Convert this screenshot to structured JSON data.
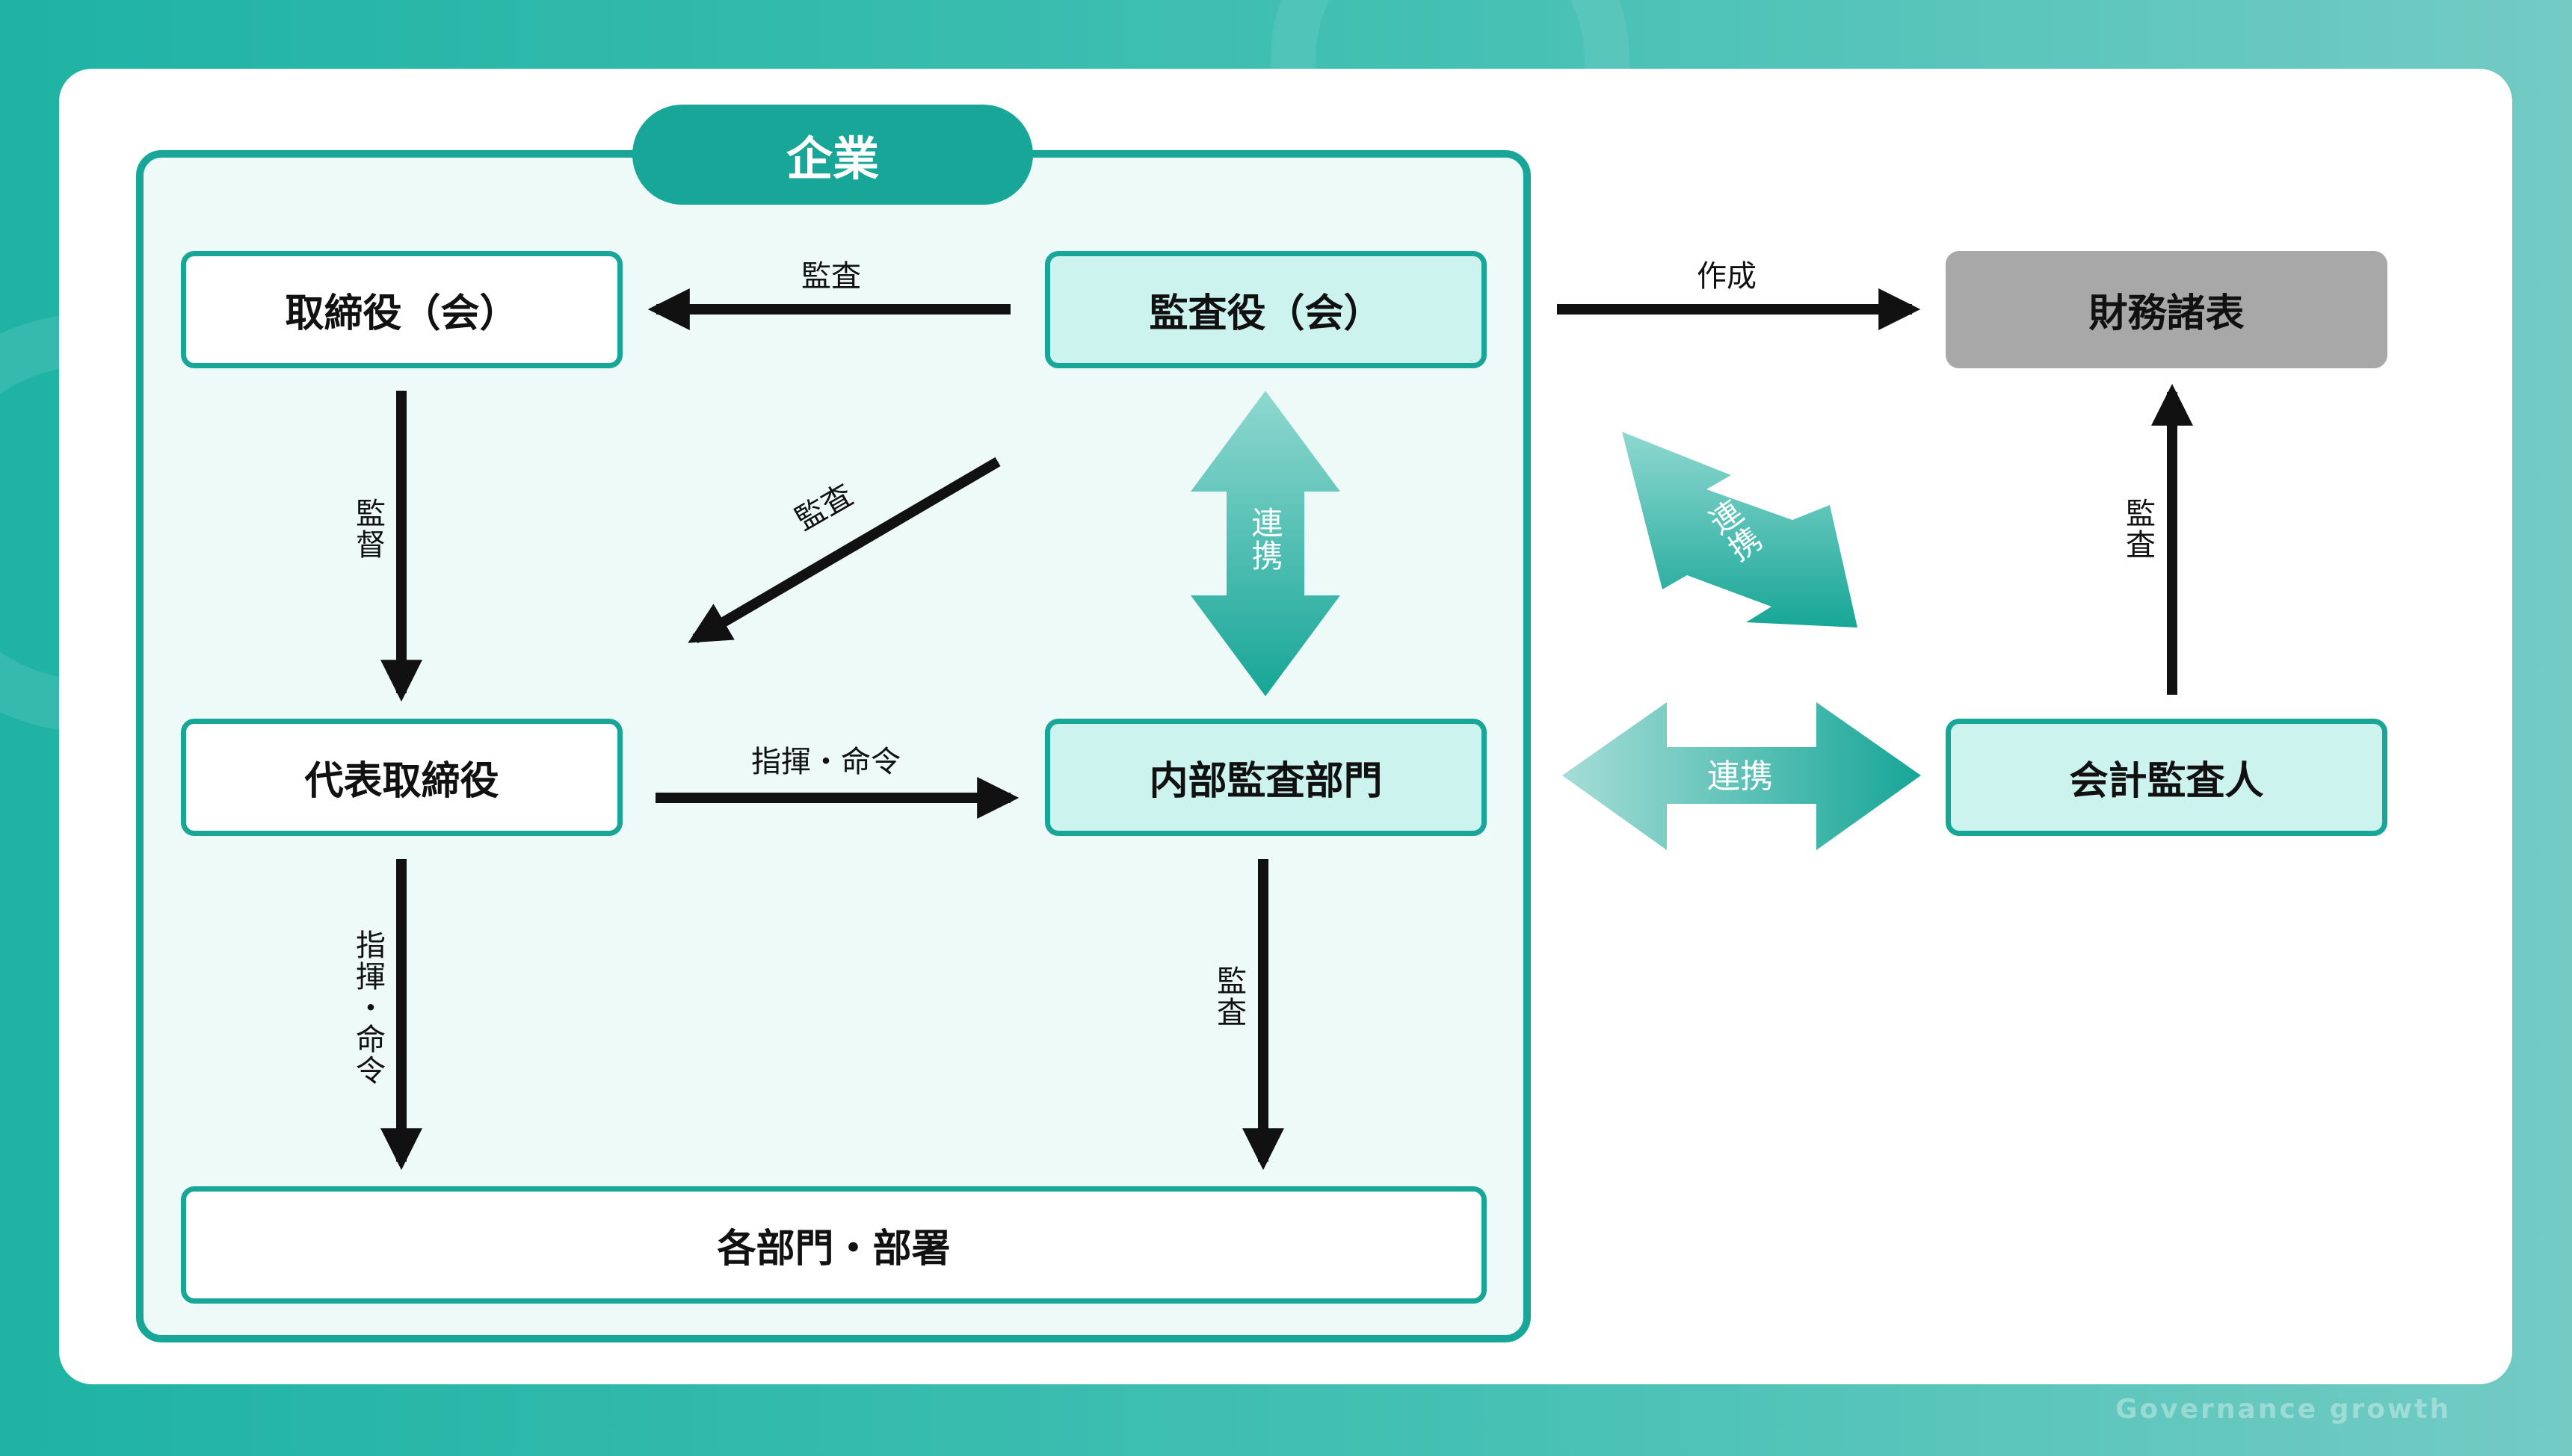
{
  "diagram": {
    "company_label": "企業",
    "nodes": {
      "board": "取締役（会）",
      "auditors": "監査役（会）",
      "financial_statements": "財務諸表",
      "representative_director": "代表取締役",
      "internal_audit": "内部監査部門",
      "accounting_auditor": "会計監査人",
      "departments": "各部門・部署"
    },
    "edges": {
      "auditors_to_board": "監査",
      "auditors_to_rep": "監査",
      "auditors_to_statements": "作成",
      "board_to_rep": "監督",
      "rep_to_internal": "指揮・命令",
      "rep_to_departments": "指揮・命令",
      "internal_to_departments": "監査",
      "accountant_to_statements": "監査",
      "auditors_internal_link": "連携",
      "diagonal_link": "連携",
      "internal_accountant_link": "連携"
    }
  },
  "footer": {
    "watermark": "Governance growth"
  },
  "colors": {
    "accent": "#17a697",
    "tint": "#cdf3ef",
    "panel": "#edfaf8",
    "gray": "#a8a8a8"
  }
}
